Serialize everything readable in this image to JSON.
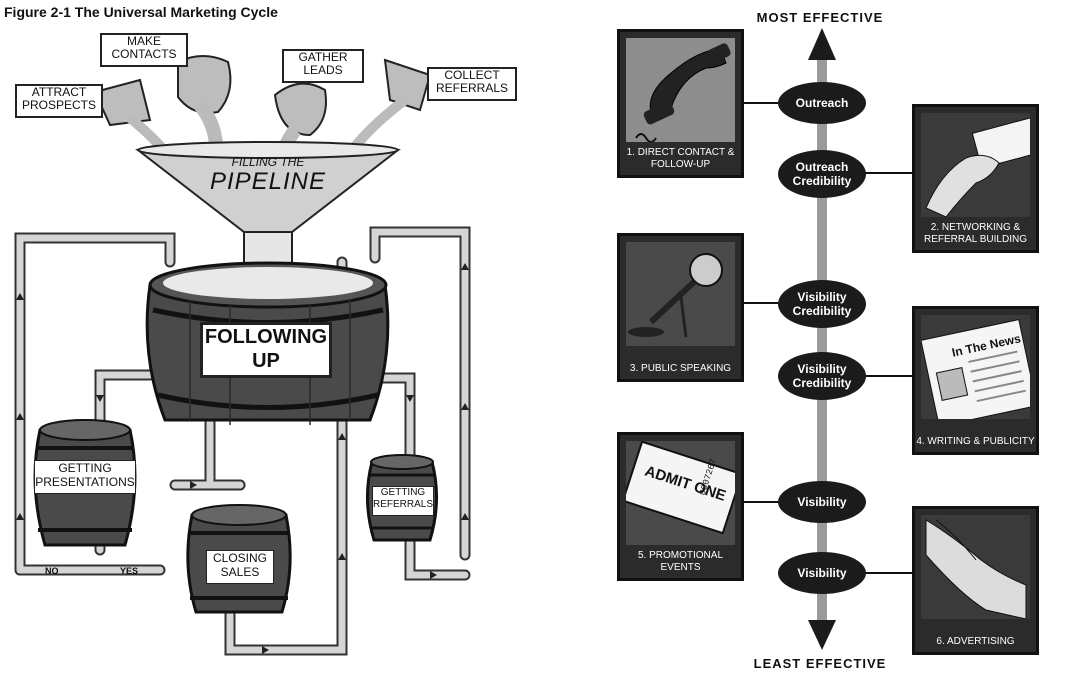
{
  "figure_title": "Figure 2-1 The Universal Marketing Cycle",
  "funnel": {
    "cups": [
      "ATTRACT PROSPECTS",
      "MAKE CONTACTS",
      "GATHER LEADS",
      "COLLECT REFERRALS"
    ],
    "line1": "FILLING THE",
    "line2": "PIPELINE"
  },
  "main_barrel": "FOLLOWING UP",
  "barrels": [
    "GETTING PRESENTATIONS",
    "CLOSING SALES",
    "GETTING REFERRALS"
  ],
  "pipe_labels": {
    "no": "NO",
    "yes": "YES"
  },
  "scale": {
    "top": "MOST EFFECTIVE",
    "bottom": "LEAST EFFECTIVE"
  },
  "ovals": [
    "Outreach",
    "Outreach Credibility",
    "Visibility Credibility",
    "Visibility Credibility",
    "Visibility",
    "Visibility"
  ],
  "frames": [
    {
      "caption": "1. DIRECT CONTACT & FOLLOW-UP",
      "icon": "telephone-icon"
    },
    {
      "caption": "2. NETWORKING & REFERRAL BUILDING",
      "icon": "handshake-card-icon"
    },
    {
      "caption": "3. PUBLIC SPEAKING",
      "icon": "microphone-icon"
    },
    {
      "caption": "4. WRITING & PUBLICITY",
      "icon": "newspaper-icon",
      "headline": "In The News"
    },
    {
      "caption": "5. PROMOTIONAL EVENTS",
      "icon": "ticket-icon",
      "ticket_text": "ADMIT ONE",
      "ticket_number": "0007267"
    },
    {
      "caption": "6. ADVERTISING",
      "icon": "pointing-hand-icon"
    }
  ]
}
